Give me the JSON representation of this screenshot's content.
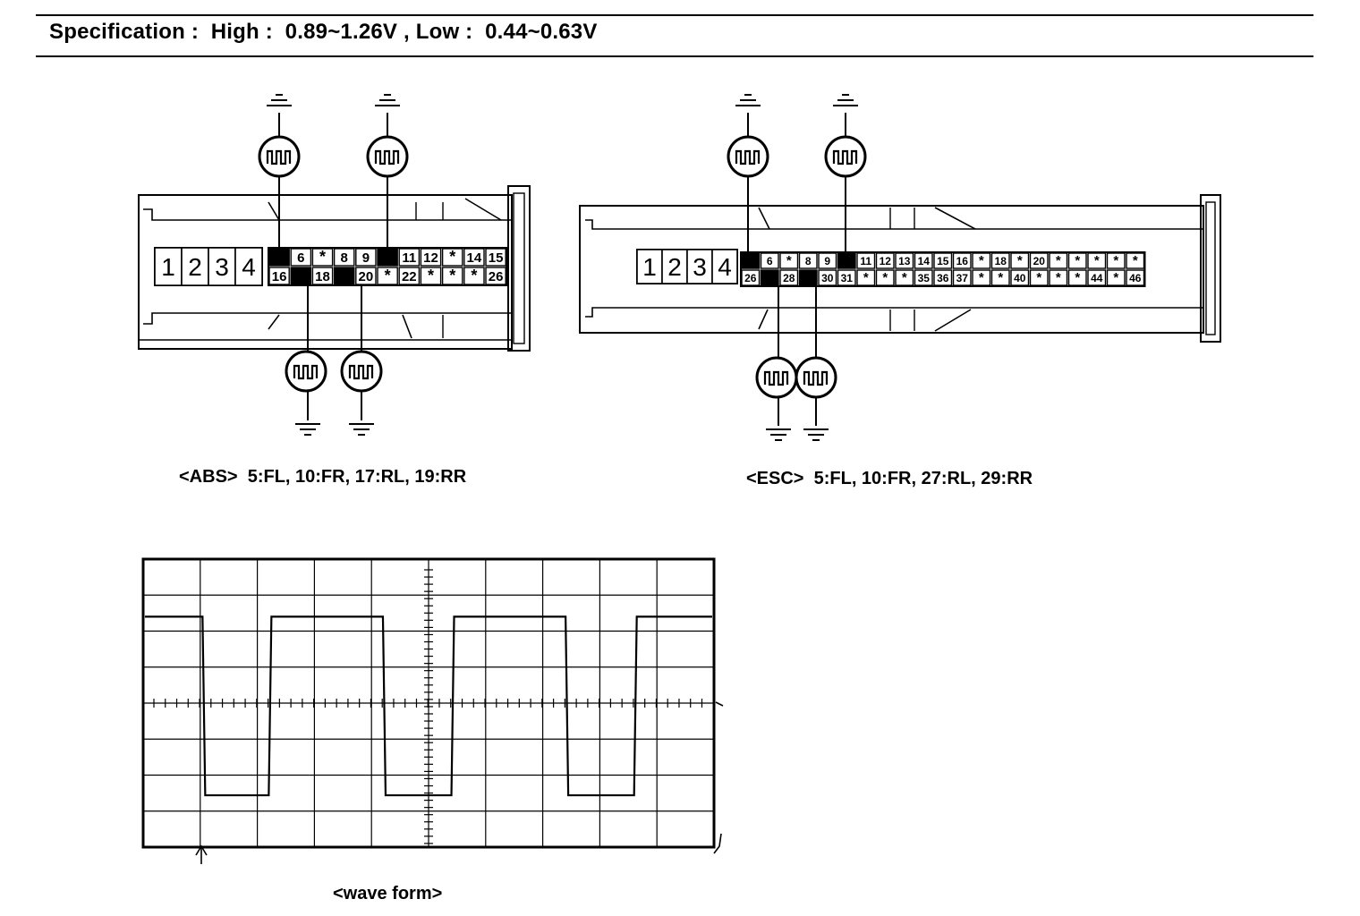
{
  "spec": {
    "text": "Specification :  High :  0.89~1.26V , Low :  0.44~0.63V"
  },
  "captions": {
    "abs": "<ABS>  5:FL, 10:FR, 17:RL, 19:RR",
    "esc": "<ESC>  5:FL, 10:FR, 27:RL, 29:RR",
    "wave": "<wave form>"
  },
  "abs": {
    "big_pins": [
      "1",
      "2",
      "3",
      "4"
    ],
    "row1": [
      "",
      "6",
      "*",
      "8",
      "9",
      "",
      "11",
      "12",
      "*",
      "14",
      "15"
    ],
    "row2": [
      "16",
      "",
      "18",
      "",
      "20",
      "*",
      "22",
      "*",
      "*",
      "*",
      "26"
    ]
  },
  "esc": {
    "big_pins": [
      "1",
      "2",
      "3",
      "4"
    ],
    "row1": [
      "",
      "6",
      "*",
      "8",
      "9",
      "",
      "11",
      "12",
      "13",
      "14",
      "15",
      "16",
      "*",
      "18",
      "*",
      "20",
      "*",
      "*",
      "*",
      "*",
      "*"
    ],
    "row2": [
      "26",
      "",
      "28",
      "",
      "30",
      "31",
      "*",
      "*",
      "*",
      "35",
      "36",
      "37",
      "*",
      "*",
      "40",
      "*",
      "*",
      "*",
      "44",
      "*",
      "46"
    ]
  },
  "wave": {
    "high": 0.8,
    "low": 0.18
  }
}
